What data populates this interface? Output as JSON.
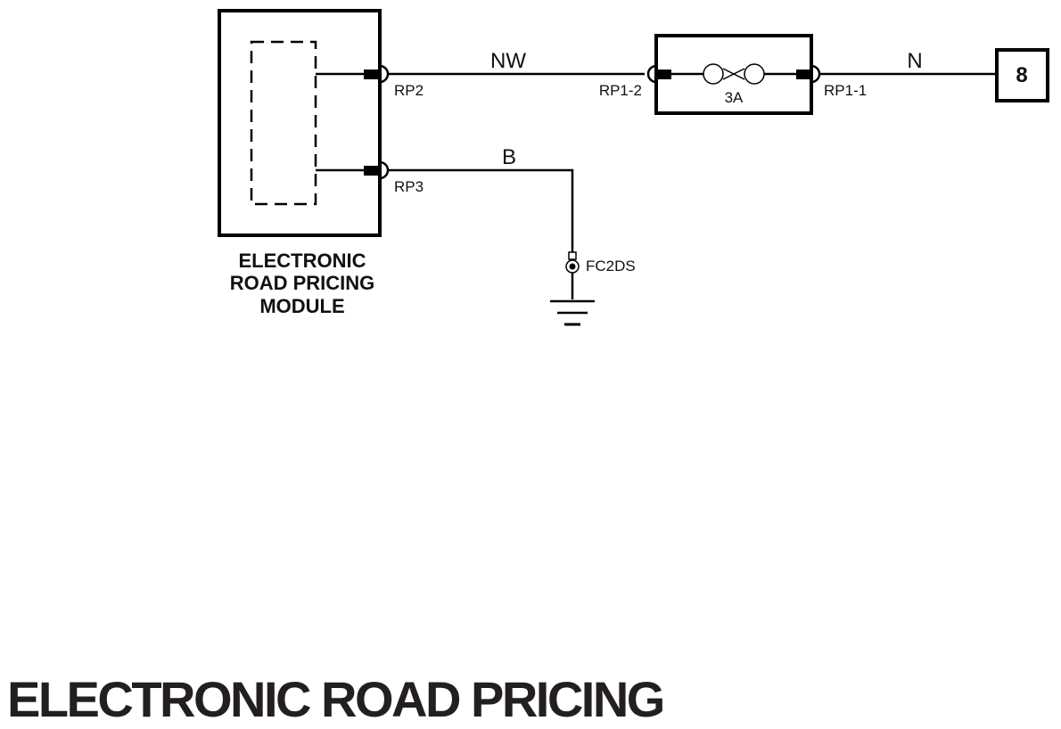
{
  "title": "ELECTRONIC ROAD PRICING",
  "module": {
    "line1": "ELECTRONIC",
    "line2": "ROAD PRICING",
    "line3": "MODULE"
  },
  "wires": {
    "nw": "NW",
    "n": "N",
    "b": "B"
  },
  "pins": {
    "rp2": "RP2",
    "rp3": "RP3",
    "rp1_2": "RP1-2",
    "rp1_1": "RP1-1"
  },
  "fuse": {
    "rating": "3A"
  },
  "connector": {
    "number": "8"
  },
  "ground": {
    "label": "FC2DS"
  }
}
